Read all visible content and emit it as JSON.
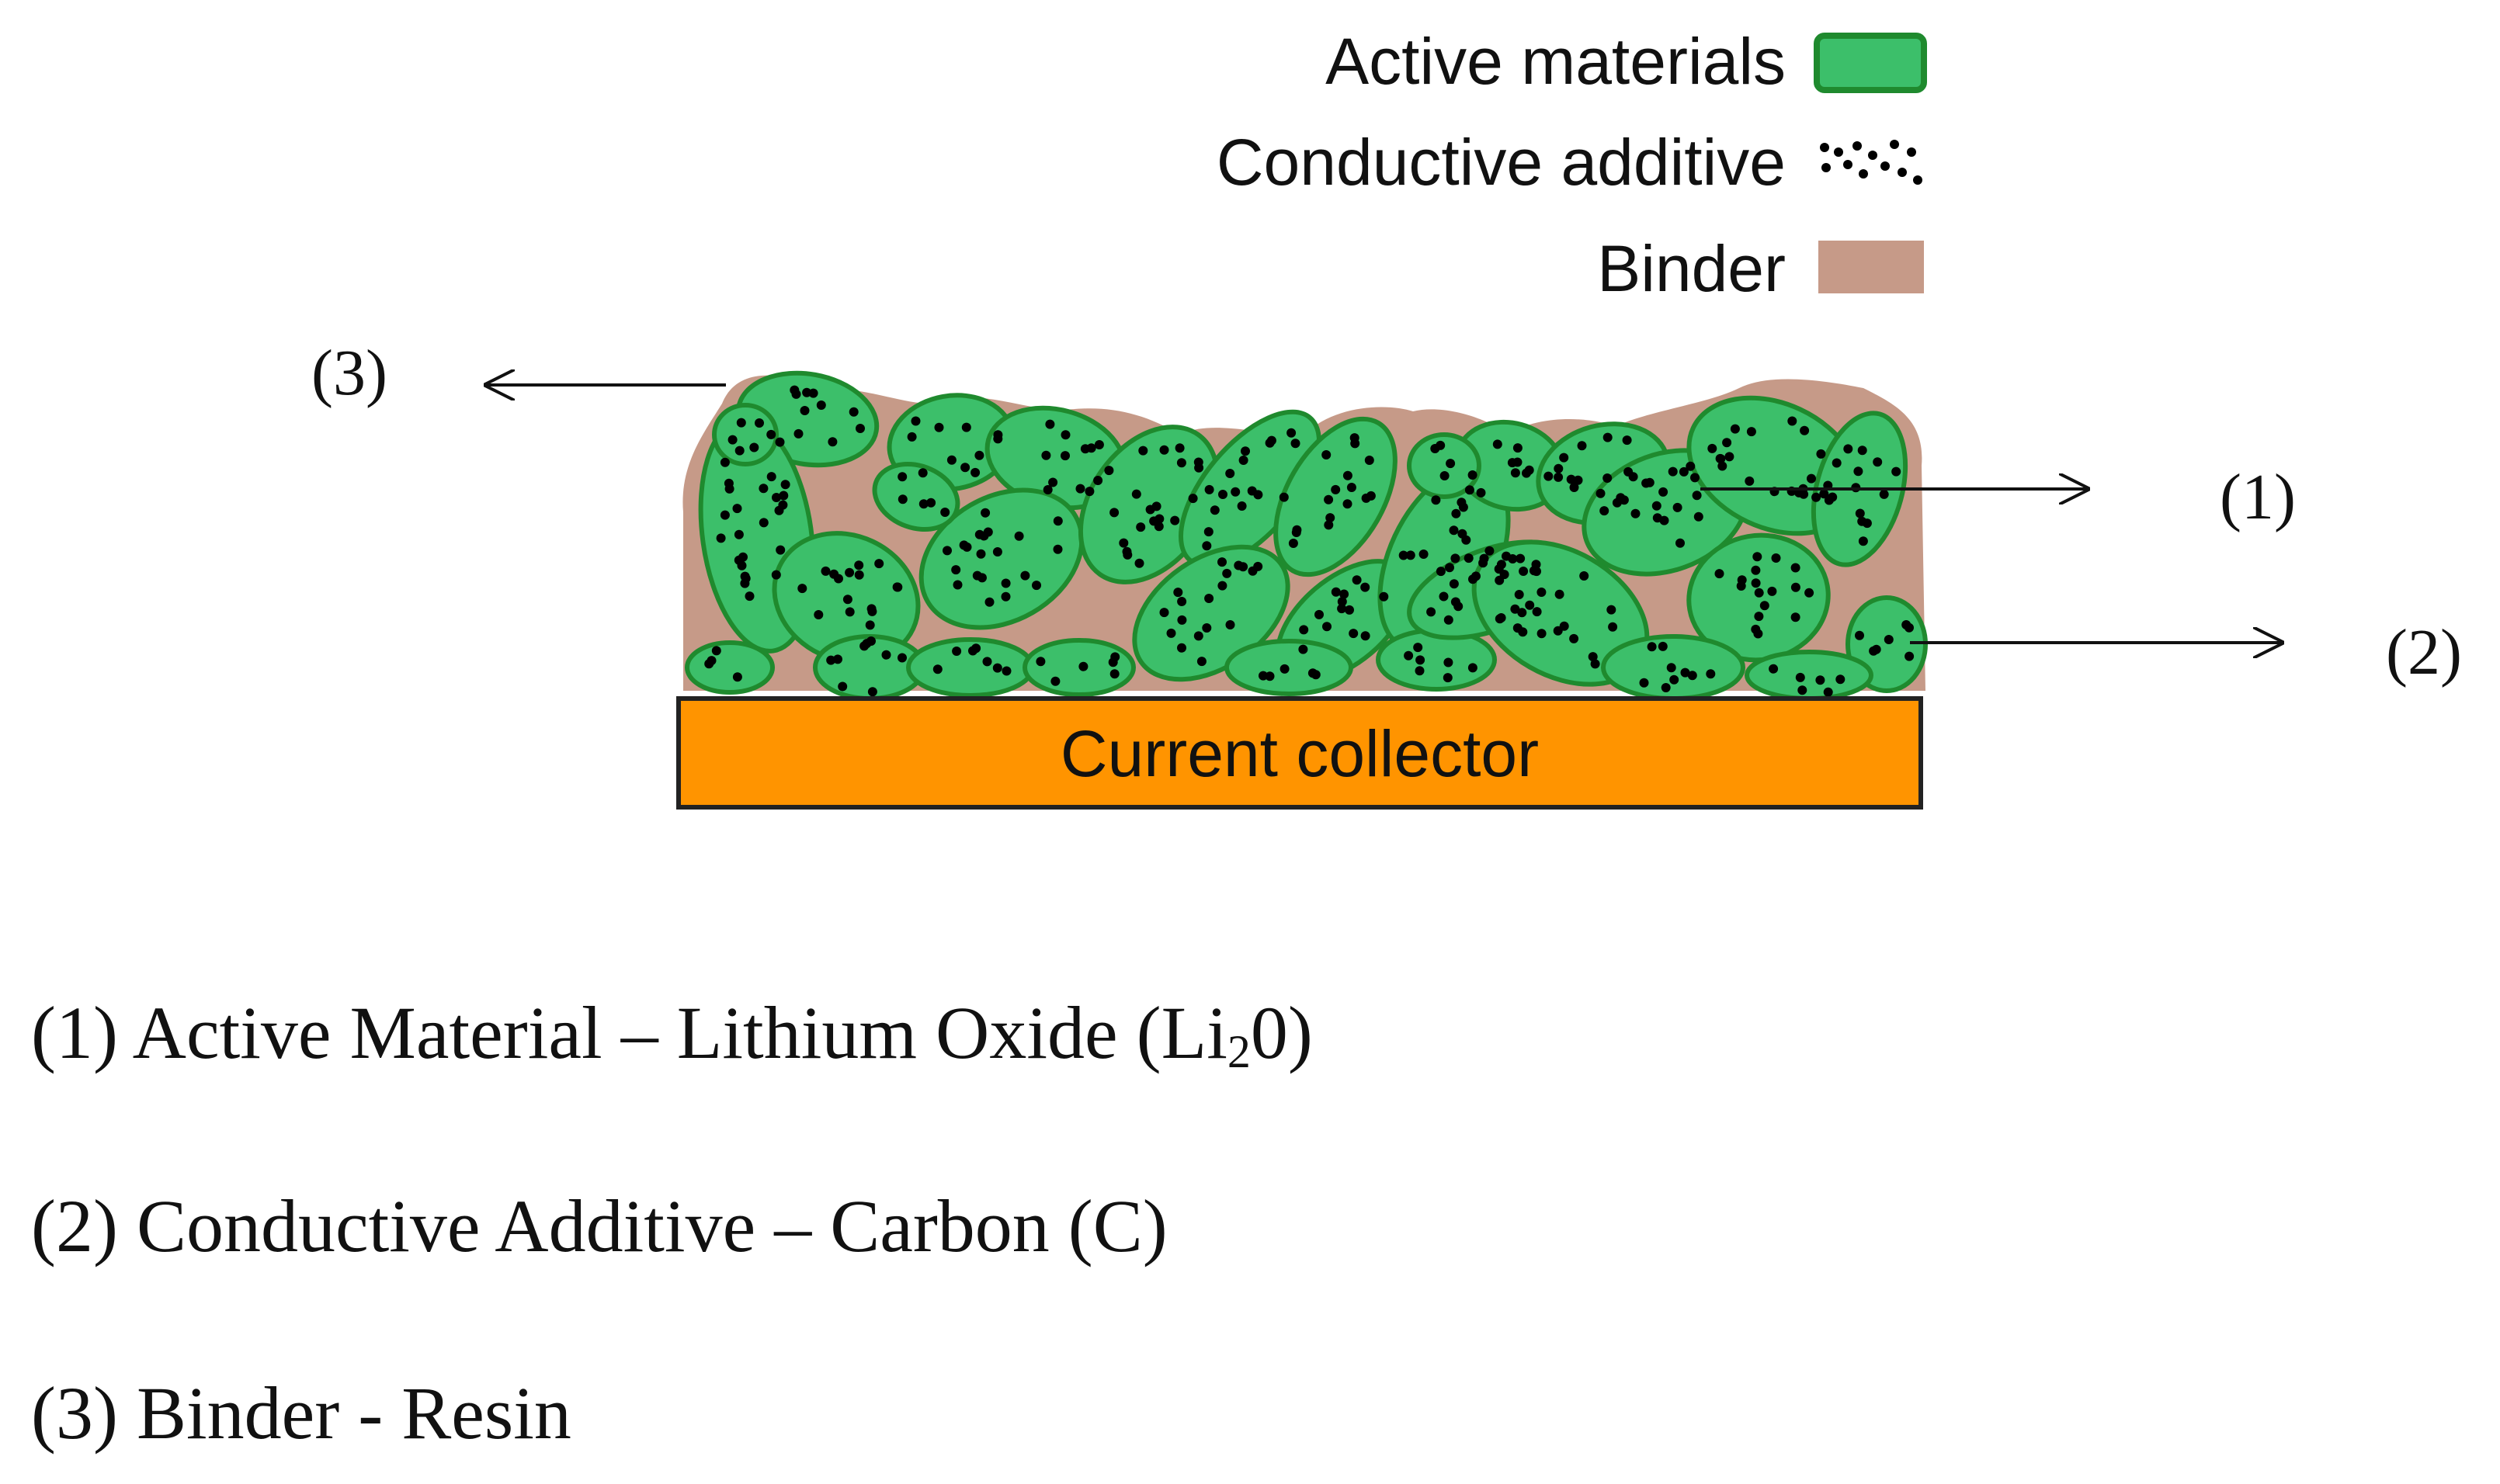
{
  "legend": {
    "items": [
      {
        "label": "Active materials",
        "swatch": "active-material",
        "color": "#3cbf6a"
      },
      {
        "label": "Conductive additive",
        "swatch": "conductive-dots",
        "color": "#000000"
      },
      {
        "label": "Binder",
        "swatch": "binder",
        "color": "#c69a88"
      }
    ]
  },
  "diagram": {
    "collector_label": "Current collector",
    "collector_color": "#ff9400",
    "binder_color": "#c69a88",
    "particle_fill": "#3cbf6a",
    "particle_stroke": "#1f8a2e",
    "markers": {
      "active": "(1)",
      "conductive": "(2)",
      "binder": "(3)"
    }
  },
  "captions": [
    {
      "number": "(1)",
      "text_before_sub": "Active Material – Lithium Oxide (Li",
      "sub": "2",
      "text_after_sub": "0)"
    },
    {
      "number": "(2)",
      "text": "Conductive Additive – Carbon (C)"
    },
    {
      "number": "(3)",
      "text": "Binder - Resin"
    }
  ]
}
